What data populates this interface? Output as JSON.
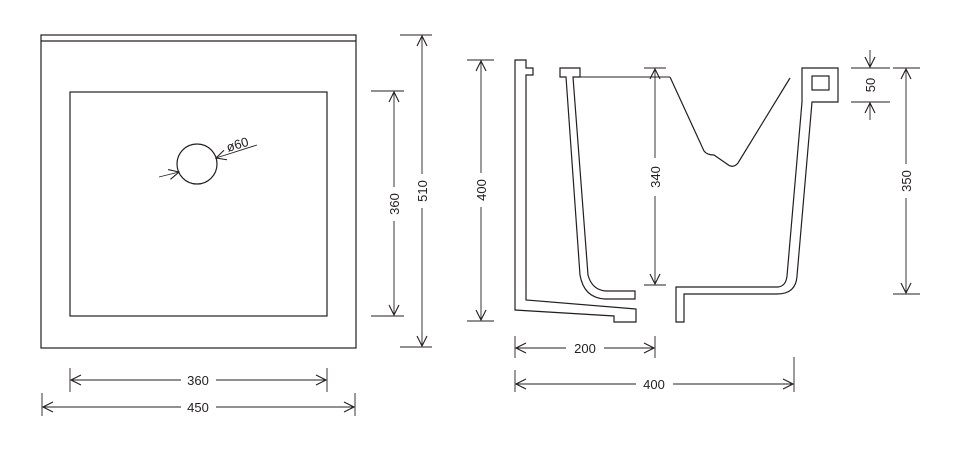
{
  "front_view": {
    "width_outer": "450",
    "width_inner": "360",
    "height_outer": "510",
    "height_inner": "360",
    "hole_diameter": "ø60"
  },
  "side_view": {
    "height_total": "400",
    "height_bowl": "340",
    "height_overall": "350",
    "rim_height": "50",
    "depth_half": "200",
    "depth_total": "400"
  }
}
